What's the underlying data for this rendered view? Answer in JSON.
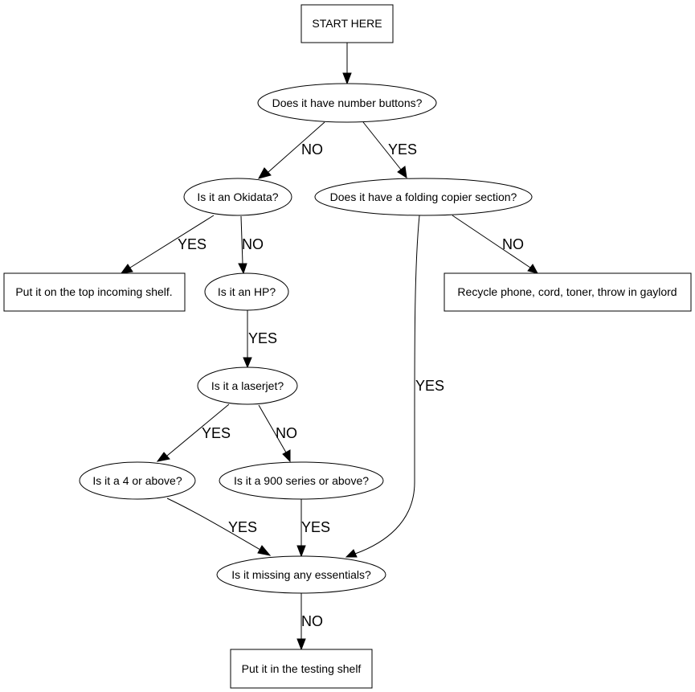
{
  "diagram": {
    "nodes": [
      {
        "id": "start",
        "label": "START HERE"
      },
      {
        "id": "number_buttons",
        "label": "Does it have number buttons?"
      },
      {
        "id": "okidata",
        "label": "Is it an Okidata?"
      },
      {
        "id": "folding_copier",
        "label": "Does it have a folding copier section?"
      },
      {
        "id": "top_shelf",
        "label": "Put it on the top incoming shelf."
      },
      {
        "id": "hp",
        "label": "Is it an HP?"
      },
      {
        "id": "recycle",
        "label": "Recycle phone, cord, toner, throw in gaylord"
      },
      {
        "id": "laserjet",
        "label": "Is it a laserjet?"
      },
      {
        "id": "four_or_above",
        "label": "Is it a 4 or above?"
      },
      {
        "id": "nine_hundred",
        "label": "Is it a 900 series or above?"
      },
      {
        "id": "essentials",
        "label": "Is it missing any essentials?"
      },
      {
        "id": "testing_shelf",
        "label": "Put it in the testing shelf"
      }
    ],
    "edges": [
      {
        "from": "start",
        "to": "number_buttons",
        "label": ""
      },
      {
        "from": "number_buttons",
        "to": "okidata",
        "label": "NO"
      },
      {
        "from": "number_buttons",
        "to": "folding_copier",
        "label": "YES"
      },
      {
        "from": "okidata",
        "to": "top_shelf",
        "label": "YES"
      },
      {
        "from": "okidata",
        "to": "hp",
        "label": "NO"
      },
      {
        "from": "folding_copier",
        "to": "recycle",
        "label": "NO"
      },
      {
        "from": "folding_copier",
        "to": "essentials",
        "label": "YES"
      },
      {
        "from": "hp",
        "to": "laserjet",
        "label": "YES"
      },
      {
        "from": "laserjet",
        "to": "four_or_above",
        "label": "YES"
      },
      {
        "from": "laserjet",
        "to": "nine_hundred",
        "label": "NO"
      },
      {
        "from": "four_or_above",
        "to": "essentials",
        "label": "YES"
      },
      {
        "from": "nine_hundred",
        "to": "essentials",
        "label": "YES"
      },
      {
        "from": "essentials",
        "to": "testing_shelf",
        "label": "NO"
      }
    ]
  }
}
